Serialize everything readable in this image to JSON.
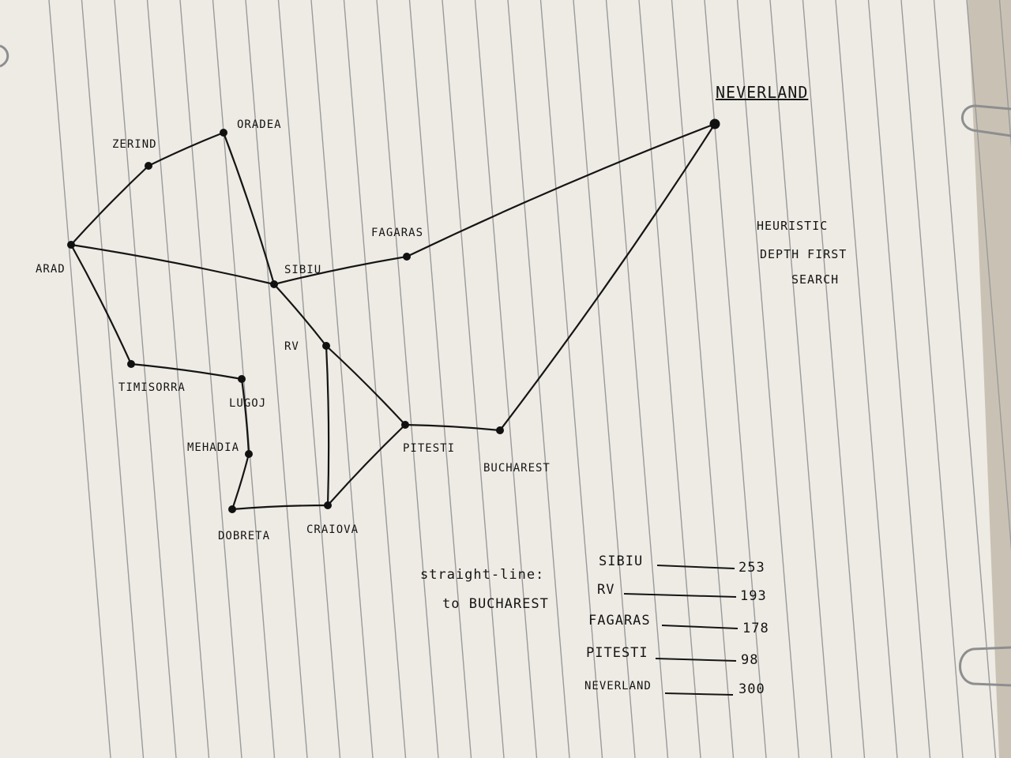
{
  "title": "NEVERLAND",
  "heuristic_note": [
    "HEURISTIC",
    "DEPTH FIRST",
    "SEARCH"
  ],
  "nodes": [
    {
      "id": "arad",
      "label": "ARAD"
    },
    {
      "id": "zerind",
      "label": "ZERIND"
    },
    {
      "id": "oradea",
      "label": "ORADEA"
    },
    {
      "id": "sibiu",
      "label": "SIBIU"
    },
    {
      "id": "fagaras",
      "label": "FAGARAS"
    },
    {
      "id": "neverland",
      "label": "NEVERLAND"
    },
    {
      "id": "rv",
      "label": "RV"
    },
    {
      "id": "timisoara",
      "label": "TIMISORRA"
    },
    {
      "id": "lugoj",
      "label": "LUGOJ"
    },
    {
      "id": "mehadia",
      "label": "MEHADIA"
    },
    {
      "id": "dobreta",
      "label": "DOBRETA"
    },
    {
      "id": "craiova",
      "label": "CRAIOVA"
    },
    {
      "id": "pitesti",
      "label": "PITESTI"
    },
    {
      "id": "bucharest",
      "label": "BUCHAREST"
    }
  ],
  "edges": [
    [
      "arad",
      "zerind"
    ],
    [
      "zerind",
      "oradea"
    ],
    [
      "oradea",
      "sibiu"
    ],
    [
      "arad",
      "sibiu"
    ],
    [
      "arad",
      "timisoara"
    ],
    [
      "timisoara",
      "lugoj"
    ],
    [
      "lugoj",
      "mehadia"
    ],
    [
      "mehadia",
      "dobreta"
    ],
    [
      "dobreta",
      "craiova"
    ],
    [
      "sibiu",
      "fagaras"
    ],
    [
      "fagaras",
      "neverland"
    ],
    [
      "neverland",
      "bucharest"
    ],
    [
      "sibiu",
      "rv"
    ],
    [
      "rv",
      "pitesti"
    ],
    [
      "rv",
      "craiova"
    ],
    [
      "craiova",
      "pitesti"
    ],
    [
      "pitesti",
      "bucharest"
    ]
  ],
  "straight_line_caption": [
    "straight-line:",
    "to BUCHAREST"
  ],
  "heuristic_table": [
    {
      "city": "SIBIU",
      "value": "253"
    },
    {
      "city": "RV",
      "value": "193"
    },
    {
      "city": "FAGARAS",
      "value": "178"
    },
    {
      "city": "PITESTI",
      "value": "98"
    },
    {
      "city": "NEVERLAND",
      "value": "300"
    }
  ],
  "colors": {
    "ink": "#151515",
    "paper": "#eeebe4",
    "rule": "#9a9a9c"
  }
}
